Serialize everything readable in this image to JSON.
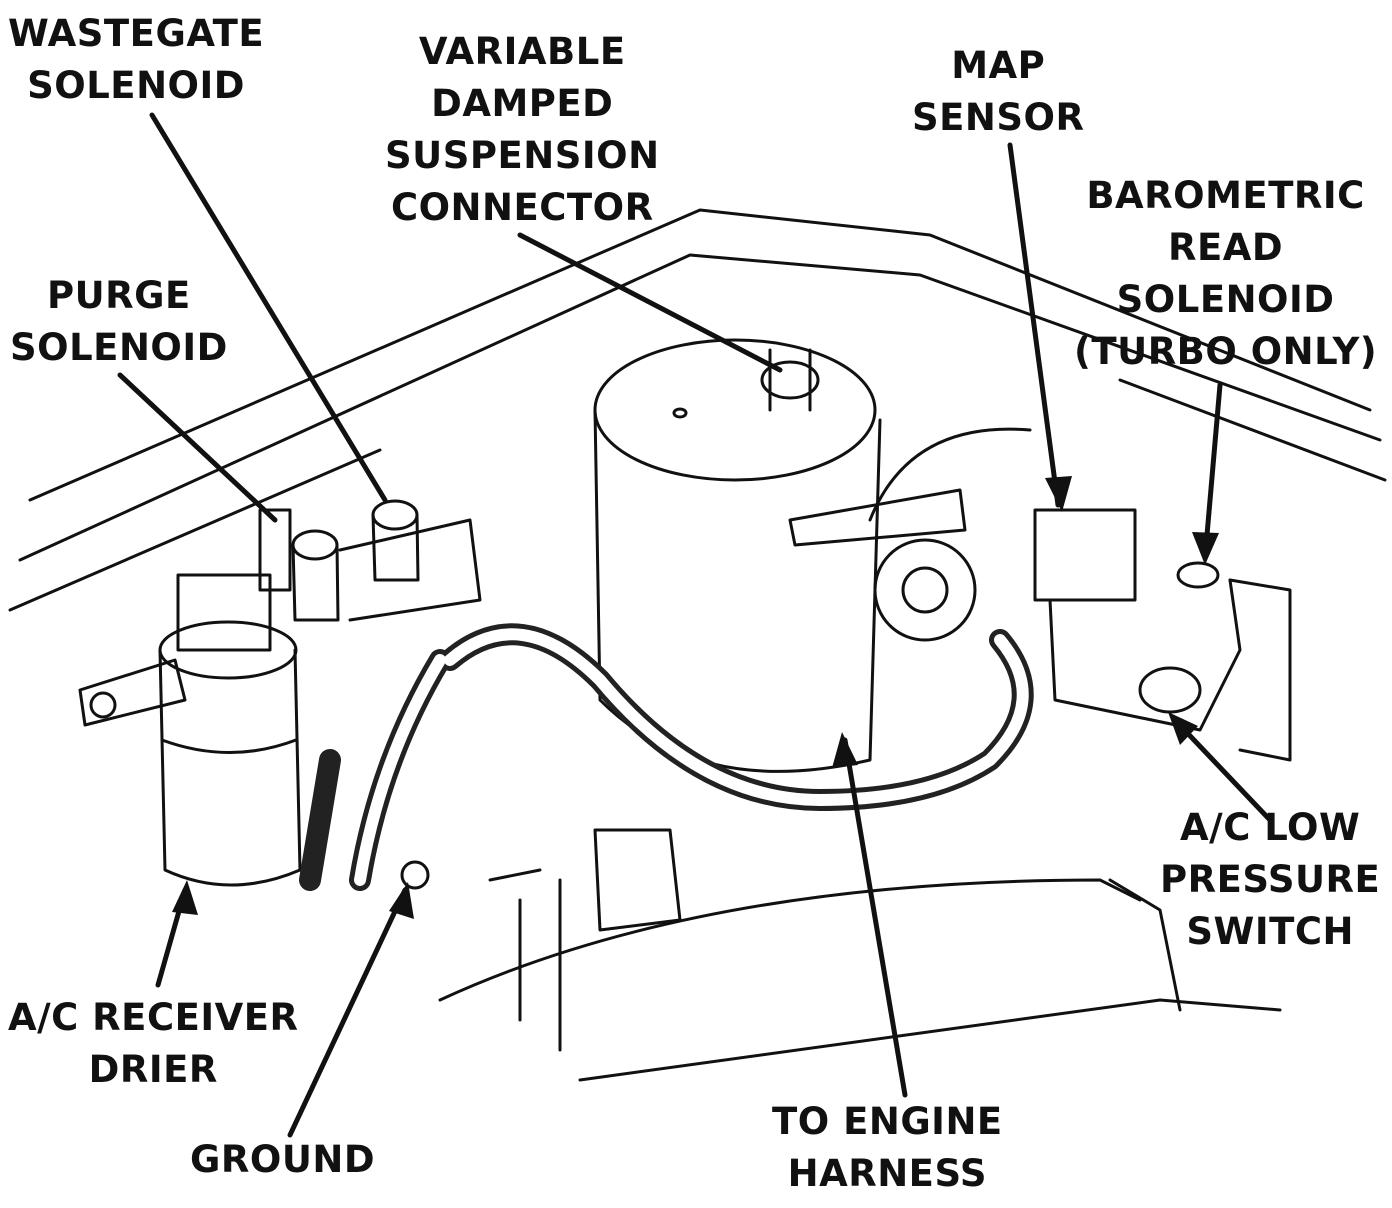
{
  "colors": {
    "ink": "#111111",
    "paper": "#ffffff"
  },
  "labels": {
    "wastegate": [
      "WASTEGATE",
      "SOLENOID"
    ],
    "variable": [
      "VARIABLE",
      "DAMPED",
      "SUSPENSION",
      "CONNECTOR"
    ],
    "map": [
      "MAP",
      "SENSOR"
    ],
    "barometric": [
      "BAROMETRIC",
      "READ",
      "SOLENOID",
      "(TURBO ONLY)"
    ],
    "purge": [
      "PURGE",
      "SOLENOID"
    ],
    "ac_low": [
      "A/C LOW",
      "PRESSURE",
      "SWITCH"
    ],
    "receiver": [
      "A/C RECEIVER",
      "DRIER"
    ],
    "ground": [
      "GROUND"
    ],
    "engine": [
      "TO ENGINE",
      "HARNESS"
    ]
  }
}
